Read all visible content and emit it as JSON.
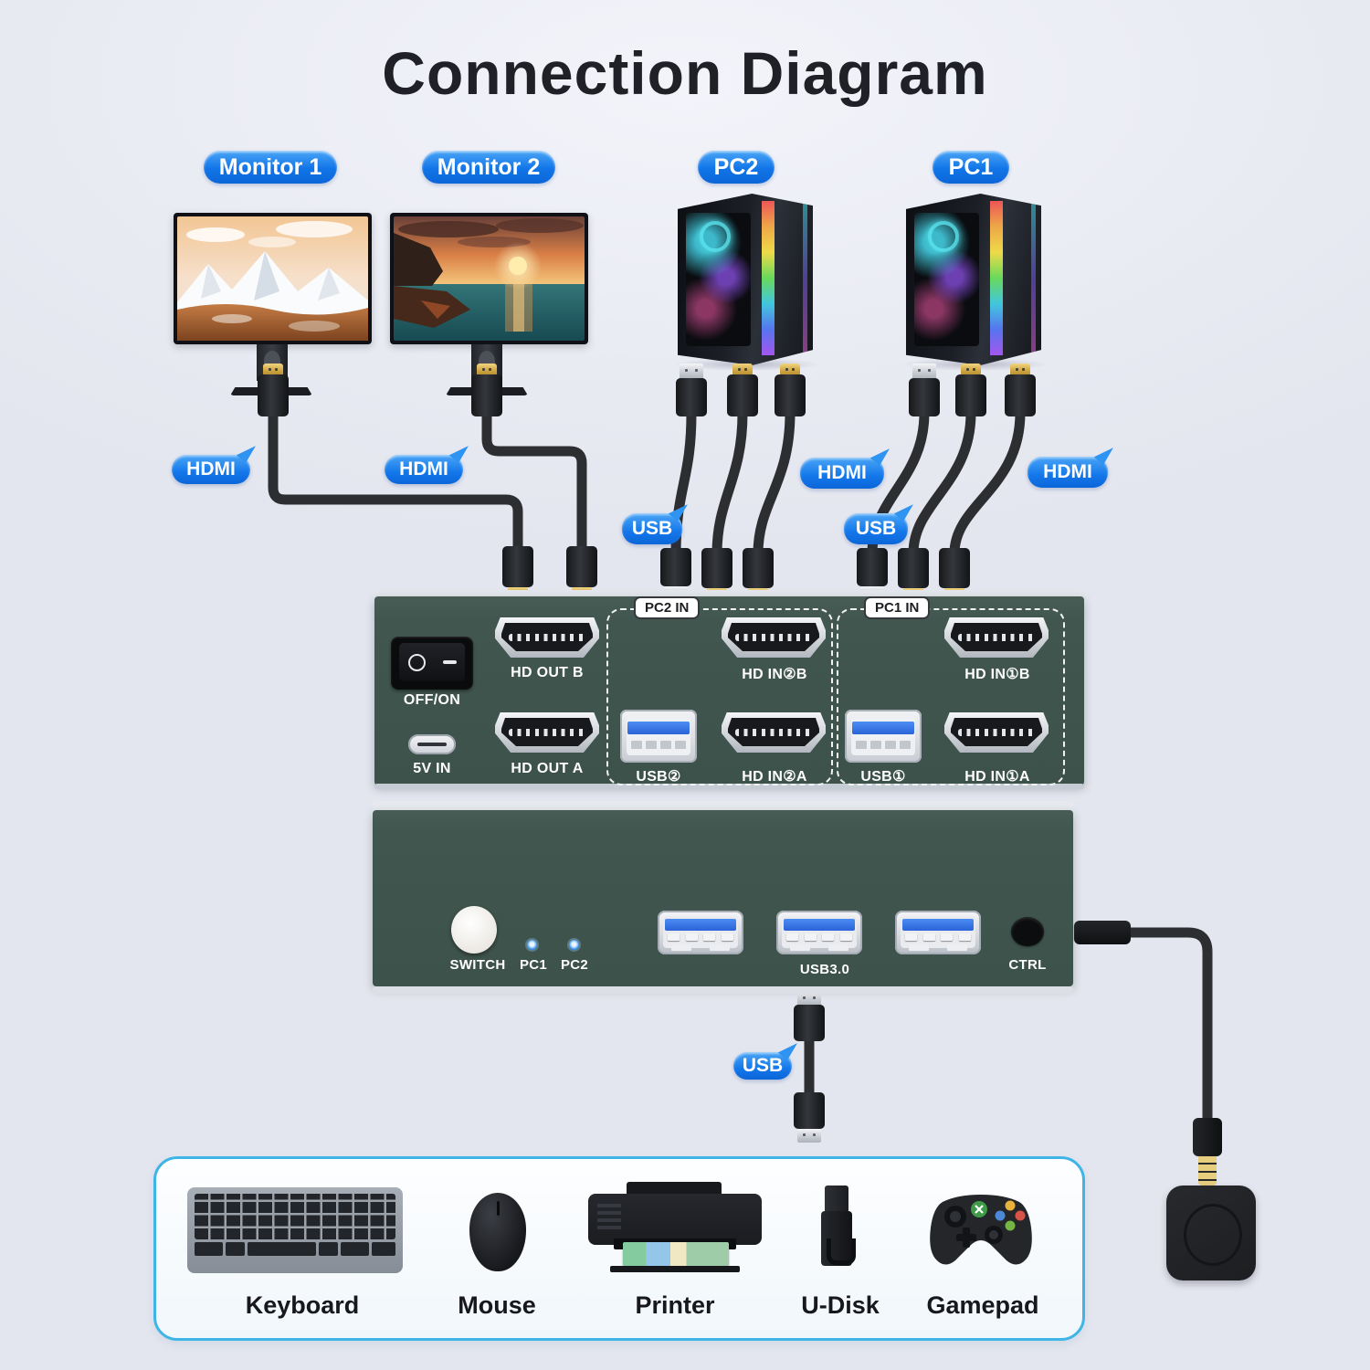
{
  "title": "Connection Diagram",
  "badges": {
    "monitor1": "Monitor 1",
    "monitor2": "Monitor 2",
    "pc2": "PC2",
    "pc1": "PC1"
  },
  "cable_labels": {
    "monitor1_hdmi": "HDMI",
    "monitor2_hdmi": "HDMI",
    "pc2_usb": "USB",
    "pc2_hdmi": "HDMI",
    "pc1_usb": "USB",
    "pc1_hdmi": "HDMI",
    "peripheral_usb": "USB"
  },
  "kvm_top_panel": {
    "power_switch_label": "OFF/ON",
    "power_input_label": "5V IN",
    "hdmi_out_b_label": "HD OUT B",
    "hdmi_out_a_label": "HD OUT A",
    "pc2_group": {
      "title": "PC2 IN",
      "hdmi_b_label": "HD IN②B",
      "usb_label": "USB②",
      "hdmi_a_label": "HD IN②A"
    },
    "pc1_group": {
      "title": "PC1 IN",
      "hdmi_b_label": "HD IN①B",
      "usb_label": "USB①",
      "hdmi_a_label": "HD IN①A"
    }
  },
  "kvm_front_panel": {
    "switch_button_label": "SWITCH",
    "led_pc1_label": "PC1",
    "led_pc2_label": "PC2",
    "usb_hub_label": "USB3.0",
    "ctrl_jack_label": "CTRL"
  },
  "peripherals": {
    "keyboard": "Keyboard",
    "mouse": "Mouse",
    "printer": "Printer",
    "udisk": "U-Disk",
    "gamepad": "Gamepad"
  },
  "colors": {
    "accent_blue": "#1478ea",
    "device_green": "#42564f",
    "panel_border_blue": "#45b5e8",
    "background": "#e9ebf3"
  }
}
